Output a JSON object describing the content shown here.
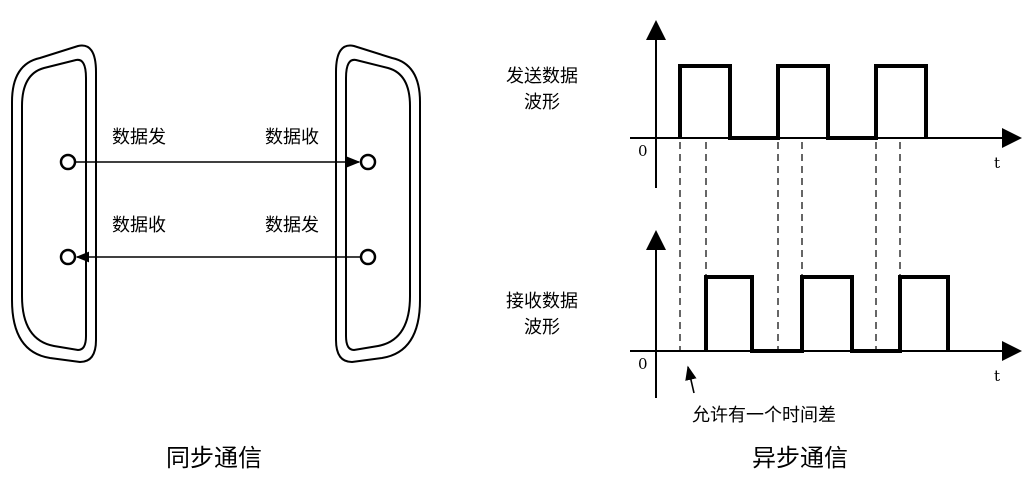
{
  "sync": {
    "caption": "同步通信",
    "left_top_label": "数据发",
    "left_bottom_label": "数据收",
    "right_top_label": "数据收",
    "right_bottom_label": "数据发"
  },
  "async": {
    "caption": "异步通信",
    "send_label_line1": "发送数据",
    "send_label_line2": "波形",
    "recv_label_line1": "接收数据",
    "recv_label_line2": "波形",
    "origin_top": "0",
    "origin_bottom": "0",
    "t_top": "t",
    "t_bottom": "t",
    "annotation": "允许有一个时间差"
  }
}
